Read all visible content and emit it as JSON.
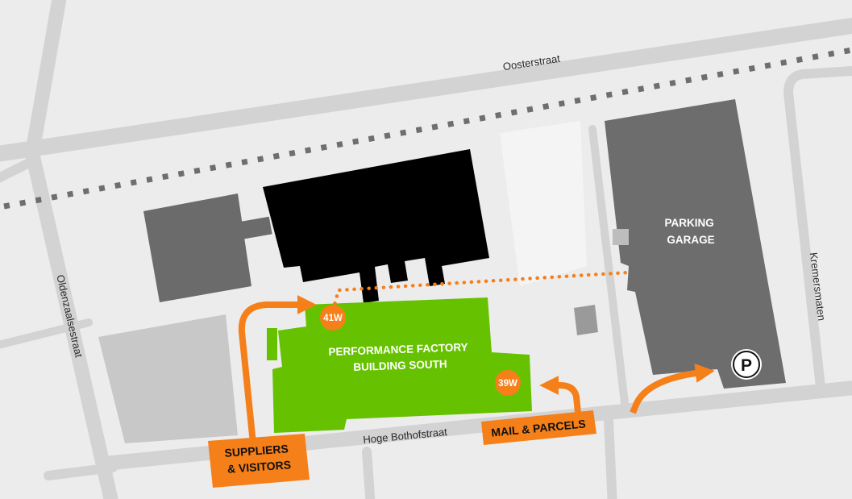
{
  "streets": {
    "oosterstraat": "Oosterstraat",
    "oldenzaalsestraat": "Oldenzaalsestraat",
    "hoge_bothofstraat": "Hoge Bothofstraat",
    "kremersmaten": "Kremersmaten"
  },
  "buildings": {
    "parking_garage": {
      "line1": "PARKING",
      "line2": "GARAGE"
    },
    "performance_factory": {
      "line1": "PERFORMANCE FACTORY",
      "line2": "BUILDING SOUTH"
    }
  },
  "entrances": {
    "e41": "41W",
    "e39": "39W"
  },
  "parking_symbol": "P",
  "signs": {
    "suppliers": {
      "line1": "SUPPLIERS",
      "line2": "& VISITORS"
    },
    "mail": "MAIL & PARCELS"
  },
  "colors": {
    "highlight_building": "#66c200",
    "route_orange": "#f57f18",
    "dark_building": "#000000",
    "grey_building": "#6b6b6b",
    "road": "#d2d2d2",
    "background": "#ececec"
  },
  "icons": {
    "parking": "parking-icon",
    "route_arrow": "route-arrow-icon"
  }
}
